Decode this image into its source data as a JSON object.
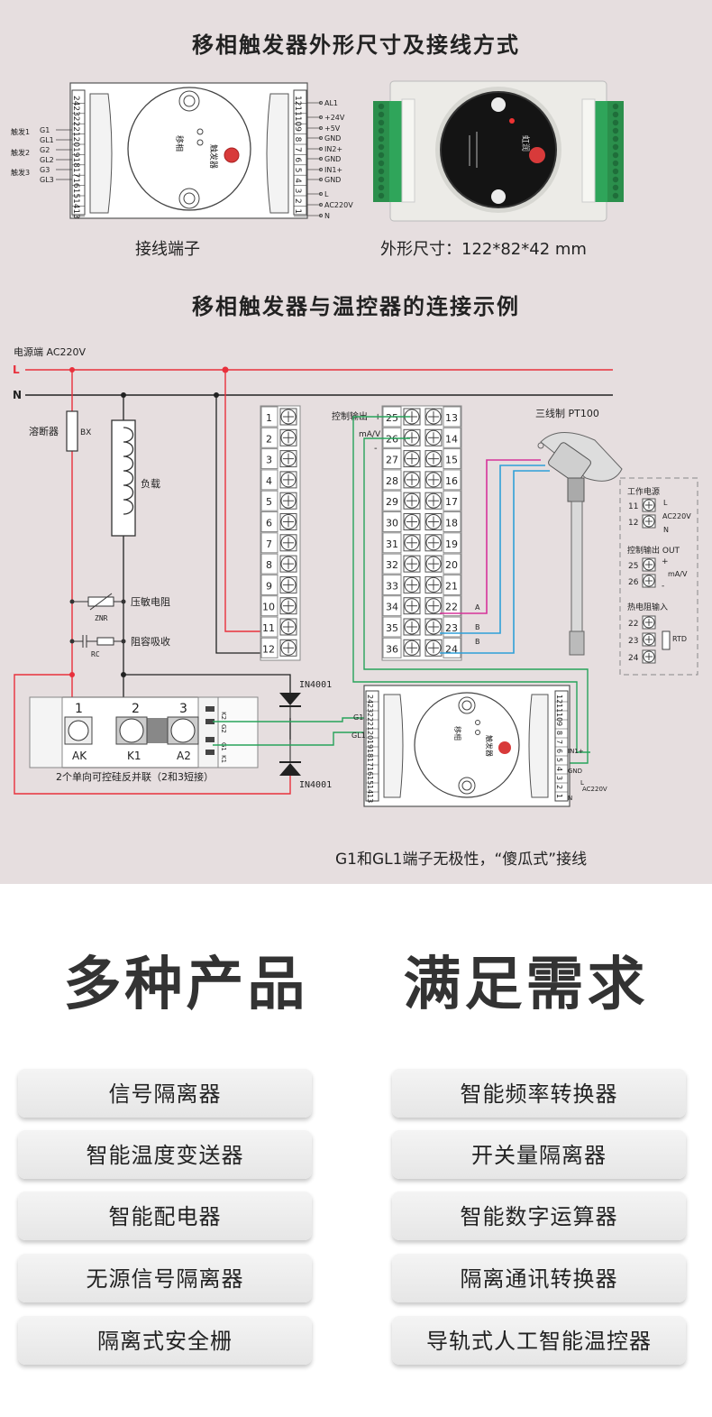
{
  "section1": {
    "title": "移相触发器外形尺寸及接线方式",
    "wiring_label": "接线端子",
    "dimensions_label": "外形尺寸：122*82*42 mm",
    "left_terminals": [
      "24",
      "23",
      "22",
      "21",
      "20",
      "19",
      "18",
      "17",
      "16",
      "15",
      "14",
      "13"
    ],
    "right_terminals": [
      "12",
      "11",
      "10",
      "9",
      "8",
      "7",
      "6",
      "5",
      "4",
      "3",
      "2",
      "1"
    ],
    "triggers": [
      "触发1",
      "触发2",
      "触发3"
    ],
    "gate_labels": [
      "G1",
      "GL1",
      "G2",
      "GL2",
      "G3",
      "GL3"
    ],
    "right_labels": [
      "AL1",
      "+24V",
      "+5V",
      "GND",
      "IN2+",
      "GND",
      "IN1+",
      "GND",
      "L",
      "AC220V",
      "N"
    ],
    "face_text_1": "移相",
    "face_text_2": "触发器",
    "photo_face_text": "虹润"
  },
  "section2": {
    "title": "移相触发器与温控器的连接示例",
    "power_label": "电源端  AC220V",
    "line_L": "L",
    "line_N": "N",
    "fuse_label": "溶断器",
    "fuse_code": "BX",
    "load_label": "负载",
    "znr_label": "压敏电阻",
    "znr_code": "ZNR",
    "rc_label": "阻容吸收",
    "rc_code": "RC",
    "diode": "IN4001",
    "scr_nums": [
      "1",
      "2",
      "3"
    ],
    "scr_terms": [
      "AK",
      "K1",
      "A2"
    ],
    "scr_side": [
      "K2",
      "G2",
      "G1",
      "K1"
    ],
    "scr_caption": "2个单向可控硅反并联（2和3短接）",
    "controller_left": [
      "1",
      "2",
      "3",
      "4",
      "5",
      "6",
      "7",
      "8",
      "9",
      "10",
      "11",
      "12"
    ],
    "controller_mid": [
      "25",
      "26",
      "27",
      "28",
      "29",
      "30",
      "31",
      "32",
      "33",
      "34",
      "35",
      "36"
    ],
    "controller_right": [
      "13",
      "14",
      "15",
      "16",
      "17",
      "18",
      "19",
      "20",
      "21",
      "22",
      "23",
      "24"
    ],
    "control_output": "控制输出",
    "ctrl_plus": "+",
    "ctrl_minus": "-",
    "ma_v": "mA/V",
    "pt100": "三线制  PT100",
    "abb": [
      "A",
      "B",
      "B"
    ],
    "legend": {
      "power_title": "工作电源",
      "power_terms": [
        "11",
        "12"
      ],
      "power_L": "L",
      "power_ac": "AC220V",
      "power_N": "N",
      "out_title": "控制输出 OUT",
      "out_terms": [
        "25",
        "26"
      ],
      "out_plus": "+",
      "out_unit": "mA/V",
      "out_minus": "-",
      "rtd_title": "热电阻输入",
      "rtd_terms": [
        "22",
        "23",
        "24"
      ],
      "rtd_label": "RTD"
    },
    "trig_labels_left": [
      "G1",
      "GL1"
    ],
    "trig_labels_right": [
      "IN1+",
      "GND",
      "L",
      "AC220V",
      "N"
    ],
    "note": "G1和GL1端子无极性，“傻瓜式”接线"
  },
  "section3": {
    "slogan": "多种产品    满足需求",
    "products_left": [
      "信号隔离器",
      "智能温度变送器",
      "智能配电器",
      "无源信号隔离器",
      "隔离式安全栅"
    ],
    "products_right": [
      "智能频率转换器",
      "开关量隔离器",
      "智能数字运算器",
      "隔离通讯转换器",
      "导轨式人工智能温控器"
    ]
  },
  "colors": {
    "background_top": "#e6dedf",
    "wire_red": "#e8303c",
    "wire_green": "#27a35a",
    "wire_blue": "#2f9fd8",
    "wire_magenta": "#d6339a",
    "terminal_green": "#2fa55a"
  }
}
